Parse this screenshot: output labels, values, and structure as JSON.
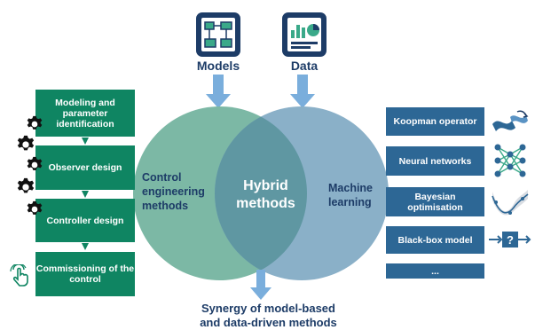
{
  "top": {
    "models_label": "Models",
    "data_label": "Data",
    "models_icon": "flowchart-tablet-icon",
    "data_icon": "chart-tablet-icon"
  },
  "left_steps": [
    {
      "text": "Modeling and parameter identification"
    },
    {
      "text": "Observer design"
    },
    {
      "text": "Controller design"
    },
    {
      "text": "Commissioning of the control"
    }
  ],
  "venn": {
    "left_label": "Control engineering methods",
    "center_label": "Hybrid methods",
    "right_label": "Machine learning"
  },
  "right_boxes": [
    {
      "text": "Koopman operator",
      "icon": "koopman-waves-icon"
    },
    {
      "text": "Neural networks",
      "icon": "neural-network-icon"
    },
    {
      "text": "Bayesian optimisation",
      "icon": "bayesian-curve-icon"
    },
    {
      "text": "Black-box model",
      "icon": "black-box-icon"
    },
    {
      "text": "...",
      "icon": ""
    }
  ],
  "bottom": {
    "line1": "Synergy of model-based",
    "line2": "and data-driven methods"
  },
  "colors": {
    "navy": "#1d3c67",
    "green": "#0f8562",
    "blue_box": "#2d6795",
    "green_circle": "#7cb8a5",
    "blue_circle": "#8ab0c8",
    "overlap": "#5f97a2",
    "arrow": "#7aaedc"
  }
}
